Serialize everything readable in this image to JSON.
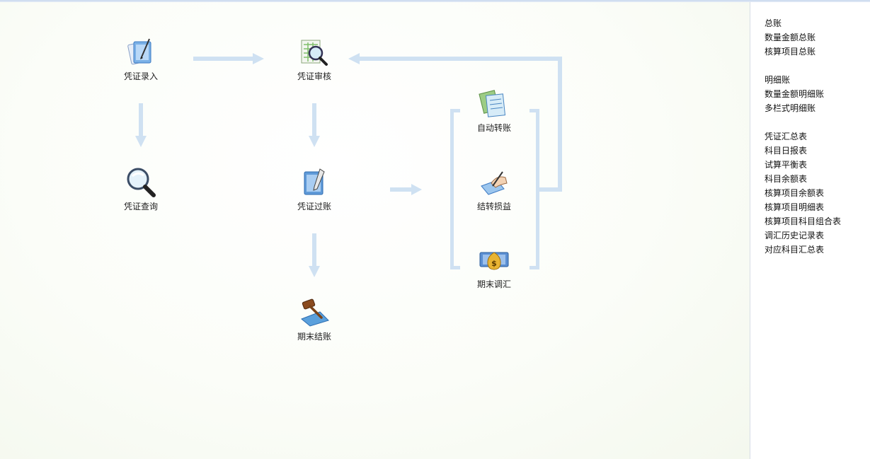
{
  "colors": {
    "arrow": "#cfe1f2",
    "sidebar_border": "#d6dde6"
  },
  "flow": {
    "voucher_entry": {
      "label": "凭证录入",
      "icon": "voucher-entry-icon"
    },
    "voucher_review": {
      "label": "凭证审核",
      "icon": "voucher-review-icon"
    },
    "voucher_query": {
      "label": "凭证查询",
      "icon": "magnifier-icon"
    },
    "voucher_post": {
      "label": "凭证过账",
      "icon": "post-voucher-icon"
    },
    "period_close": {
      "label": "期末结账",
      "icon": "gavel-icon"
    },
    "auto_transfer": {
      "label": "自动转账",
      "icon": "auto-transfer-icon"
    },
    "carry_forward": {
      "label": "结转损益",
      "icon": "hand-pen-icon"
    },
    "fx_adjust": {
      "label": "期末调汇",
      "icon": "money-bag-icon"
    }
  },
  "sidebar": {
    "groups": [
      {
        "items": [
          "总账",
          "数量金额总账",
          "核算项目总账"
        ]
      },
      {
        "items": [
          "明细账",
          "数量金额明细账",
          "多栏式明细账"
        ]
      },
      {
        "items": [
          "凭证汇总表",
          "科目日报表",
          "试算平衡表",
          "科目余额表",
          "核算项目余额表",
          "核算项目明细表",
          "核算项目科目组合表",
          "调汇历史记录表",
          "对应科目汇总表"
        ]
      }
    ]
  }
}
